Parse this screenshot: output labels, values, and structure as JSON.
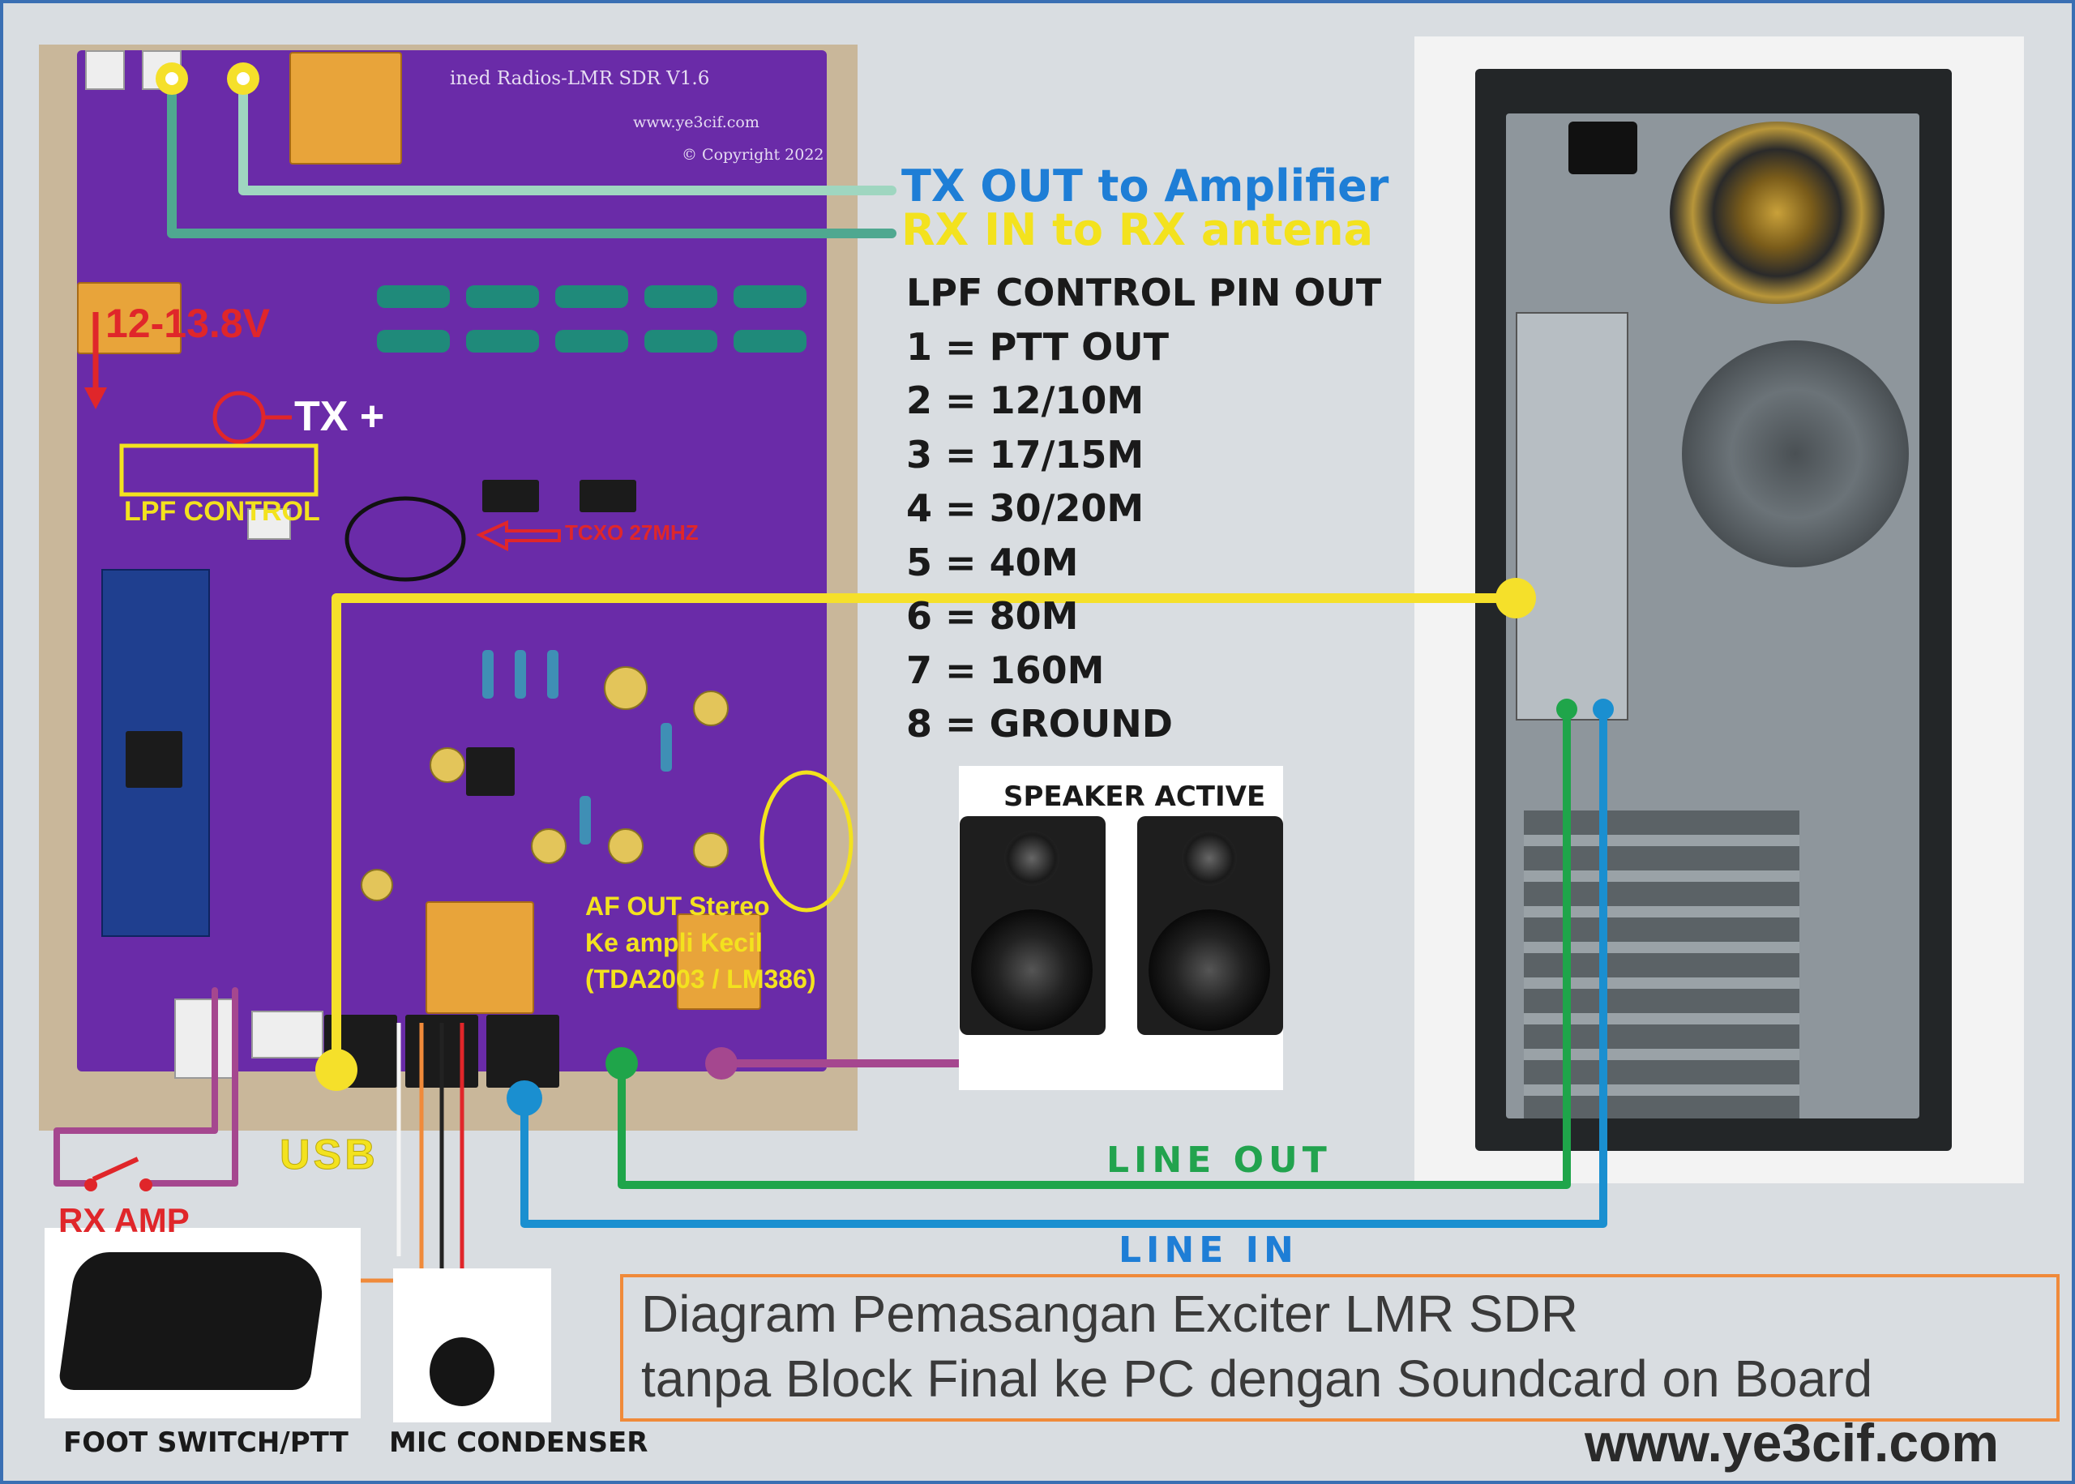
{
  "board": {
    "name": "ined Radios-LMR SDR V1.6",
    "website": "www.ye3cif.com",
    "copyright": "© Copyright 2022"
  },
  "labels": {
    "tx_out": "TX OUT to Amplifier",
    "rx_in": "RX IN to RX antena",
    "power": "12-13.8V",
    "tx_plus": "TX +",
    "lpf_control": "LPF CONTROL",
    "tcxo": "TCXO 27MHZ",
    "af_out_1": "AF OUT Stereo",
    "af_out_2": "Ke ampli Kecil",
    "af_out_3": "(TDA2003 / LM386)",
    "usb": "USB",
    "rx_amp": "RX AMP",
    "line_out": "LINE OUT",
    "line_in": "LINE IN",
    "speaker_active": "SPEAKER ACTIVE",
    "foot_switch": "FOOT SWITCH/PTT",
    "mic": "MIC CONDENSER"
  },
  "pinout": {
    "title": "LPF CONTROL PIN OUT",
    "items": [
      "1 = PTT OUT",
      "2 = 12/10M",
      "3 = 17/15M",
      "4 = 30/20M",
      "5 = 40M",
      "6 = 80M",
      "7 = 160M",
      "8 = GROUND"
    ]
  },
  "title": {
    "line1": "Diagram Pemasangan Exciter LMR SDR",
    "line2": "tanpa Block Final ke PC dengan Soundcard on Board"
  },
  "footer": {
    "website": "www.ye3cif.com"
  },
  "colors": {
    "tx_wire": "#9fd6c0",
    "rx_wire": "#4fa890",
    "usb_wire": "#f5e02a",
    "line_out_wire": "#1fa54a",
    "line_in_wire": "#1a8fd0",
    "speaker_wire": "#a5478f",
    "rx_amp_wire": "#a5478f",
    "red_label": "#e0262a",
    "blue_label": "#1e7ed6",
    "yellow_label": "#f3e21e",
    "green_label": "#22a34e"
  }
}
